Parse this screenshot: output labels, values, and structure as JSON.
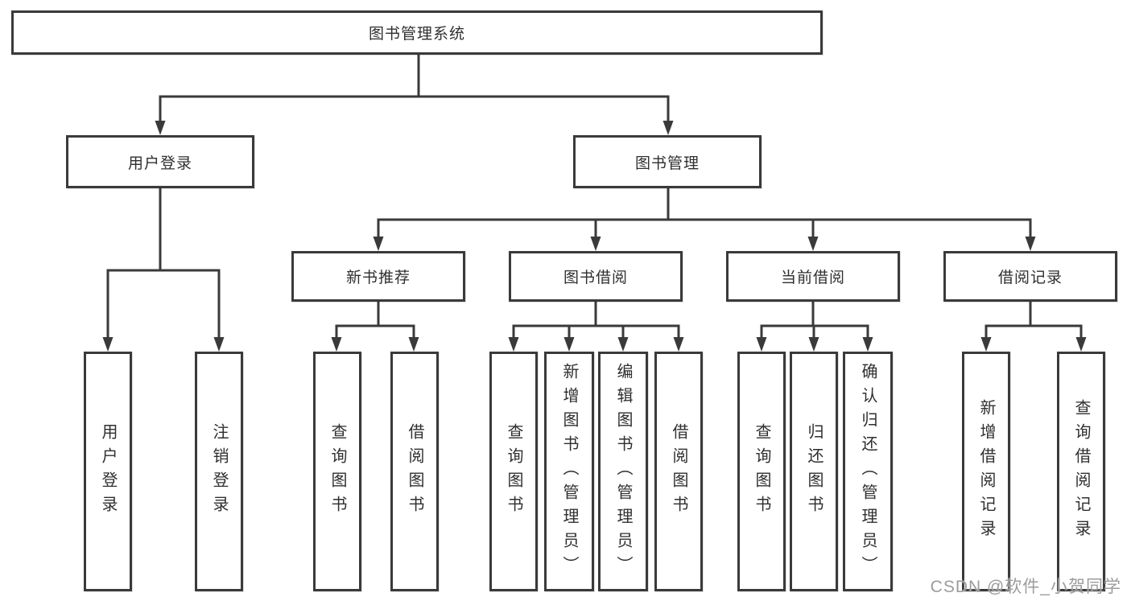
{
  "tree": {
    "label": "图书管理系统",
    "children": [
      {
        "label": "用户登录",
        "children": [
          {
            "label": "用户登录"
          },
          {
            "label": "注销登录"
          }
        ]
      },
      {
        "label": "图书管理",
        "children": [
          {
            "label": "新书推荐",
            "children": [
              {
                "label": "查询图书"
              },
              {
                "label": "借阅图书"
              }
            ]
          },
          {
            "label": "图书借阅",
            "children": [
              {
                "label": "查询图书"
              },
              {
                "label": "新增图书（管理员）"
              },
              {
                "label": "编辑图书（管理员）"
              },
              {
                "label": "借阅图书"
              }
            ]
          },
          {
            "label": "当前借阅",
            "children": [
              {
                "label": "查询图书"
              },
              {
                "label": "归还图书"
              },
              {
                "label": "确认归还（管理员）"
              }
            ]
          },
          {
            "label": "借阅记录",
            "children": [
              {
                "label": "新增借阅记录"
              },
              {
                "label": "查询借阅记录"
              }
            ]
          }
        ]
      }
    ]
  },
  "watermark": {
    "text": "CSDN @软件_小贺同学"
  },
  "colors": {
    "line": "#3a3a3a",
    "text": "#2f2f2f",
    "watermark": "#9c9c9c",
    "background": "#ffffff"
  }
}
